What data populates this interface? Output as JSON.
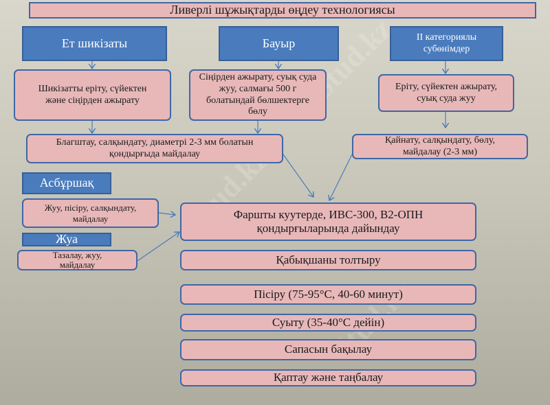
{
  "title": "Ливерлі  шұжықтарды  өңдеу  технологиясы",
  "sources": {
    "meat": "Ет шикізаты",
    "liver": "Бауыр",
    "byproducts": "II  категориялы субөнімдер",
    "peas": "Асбұршақ",
    "onion": "Жуа"
  },
  "steps": {
    "meat_prep": "Шикізатты  еріту, сүйектен және сіңірден ажырату",
    "liver_prep": "Сіңірден ажырату, суық  суда  жуу, салмағы 500 г болатындай бөлшектерге бөлу",
    "byproduct_prep": "Еріту, сүйектен ажырату, суық  суда жуу",
    "blanch": "Благштау, салқындату, диаметрі 2-3 мм болатын қондырғыда  майдалау",
    "boil": "Қайнату, салқындату, бөлу, майдалау  (2-3 мм)",
    "peas_prep": "Жуу, пісіру, салқындату, майдалау",
    "onion_prep": "Тазалау, жуу, майдалау",
    "mince": "Фаршты  куутерде, ИВС-300, В2-ОПН қондырғыларында  дайындау",
    "fill": "Қабықшаны толтыру",
    "cook": "Пісіру  (75-95°С, 40-60 минут)",
    "cool": "Суыту  (35-40°С  дейін)",
    "quality": "Сапасын  бақылау",
    "pack": "Қаптау  және  таңбалау"
  },
  "watermark": "Stud.kz",
  "colors": {
    "box_fill": "#e8b8b9",
    "header_fill": "#4a7bbd",
    "arrow": "#4a7bbd"
  }
}
